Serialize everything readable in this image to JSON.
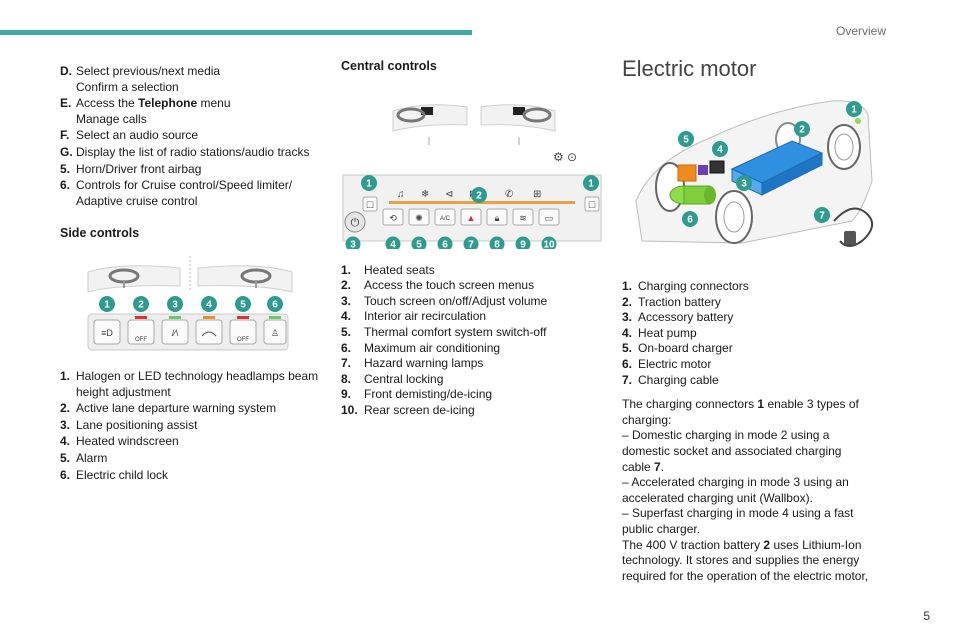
{
  "header": {
    "title": "Overview",
    "page_number": "5"
  },
  "left": {
    "lettered_items": [
      {
        "key": "D.",
        "lines": [
          "Select previous/next media",
          "Confirm a selection"
        ]
      },
      {
        "key": "E.",
        "pre": "Access the ",
        "bold": "Telephone",
        "post": " menu",
        "line2": "Manage calls"
      },
      {
        "key": "F.",
        "lines": [
          "Select an audio source"
        ]
      },
      {
        "key": "G.",
        "lines": [
          "Display the list of radio stations/audio tracks"
        ]
      },
      {
        "key": "5.",
        "lines": [
          "Horn/Driver front airbag"
        ]
      },
      {
        "key": "6.",
        "lines": [
          "Controls for Cruise control/Speed limiter/",
          "Adaptive cruise control"
        ]
      }
    ],
    "side_heading": "Side controls",
    "side_items": [
      {
        "key": "1.",
        "text": "Halogen or LED technology headlamps beam height adjustment"
      },
      {
        "key": "2.",
        "text": "Active lane departure warning system"
      },
      {
        "key": "3.",
        "text": "Lane positioning assist"
      },
      {
        "key": "4.",
        "text": "Heated windscreen"
      },
      {
        "key": "5.",
        "text": "Alarm"
      },
      {
        "key": "6.",
        "text": "Electric child lock"
      }
    ],
    "side_badges": [
      "1",
      "2",
      "3",
      "4",
      "5",
      "6"
    ],
    "off_label": "OFF"
  },
  "middle": {
    "heading": "Central controls",
    "items": [
      {
        "key": "1.",
        "text": "Heated seats"
      },
      {
        "key": "2.",
        "text": "Access the touch screen menus"
      },
      {
        "key": "3.",
        "text": "Touch screen on/off/Adjust volume"
      },
      {
        "key": "4.",
        "text": "Interior air recirculation"
      },
      {
        "key": "5.",
        "text": "Thermal comfort system switch-off"
      },
      {
        "key": "6.",
        "text": "Maximum air conditioning"
      },
      {
        "key": "7.",
        "text": "Hazard warning lamps"
      },
      {
        "key": "8.",
        "text": "Central locking"
      },
      {
        "key": "9.",
        "text": "Front demisting/de-icing"
      },
      {
        "key": "10.",
        "text": "Rear screen de-icing"
      }
    ],
    "badges_bottom": [
      "3",
      "4",
      "5",
      "6",
      "7",
      "8",
      "9",
      "10"
    ],
    "badges_top": [
      "1",
      "2",
      "1"
    ],
    "ac_label": "A/C"
  },
  "right": {
    "heading": "Electric motor",
    "items": [
      {
        "key": "1.",
        "text": "Charging connectors"
      },
      {
        "key": "2.",
        "text": "Traction battery"
      },
      {
        "key": "3.",
        "text": "Accessory battery"
      },
      {
        "key": "4.",
        "text": "Heat pump"
      },
      {
        "key": "5.",
        "text": "On-board charger"
      },
      {
        "key": "6.",
        "text": "Electric motor"
      },
      {
        "key": "7.",
        "text": "Charging cable"
      }
    ],
    "badges": [
      "1",
      "2",
      "3",
      "4",
      "5",
      "6",
      "7"
    ],
    "para1_pre": "The charging connectors ",
    "para1_bold": "1",
    "para1_post": " enable 3 types of charging:",
    "bullet1_pre": "– Domestic charging in mode 2 using a domestic socket and associated charging cable ",
    "bullet1_bold": "7",
    "bullet1_post": ".",
    "bullet2": "– Accelerated charging in mode 3 using an accelerated charging unit (Wallbox).",
    "bullet3": "– Superfast charging in mode 4 using a fast public charger.",
    "para2_pre": "The 400 V traction battery ",
    "para2_bold": "2",
    "para2_post": " uses Lithium-Ion technology. It stores and supplies the energy required for the operation of the electric motor,"
  },
  "colors": {
    "accent": "#3ea8a6",
    "badge": "#2e9b8f"
  }
}
